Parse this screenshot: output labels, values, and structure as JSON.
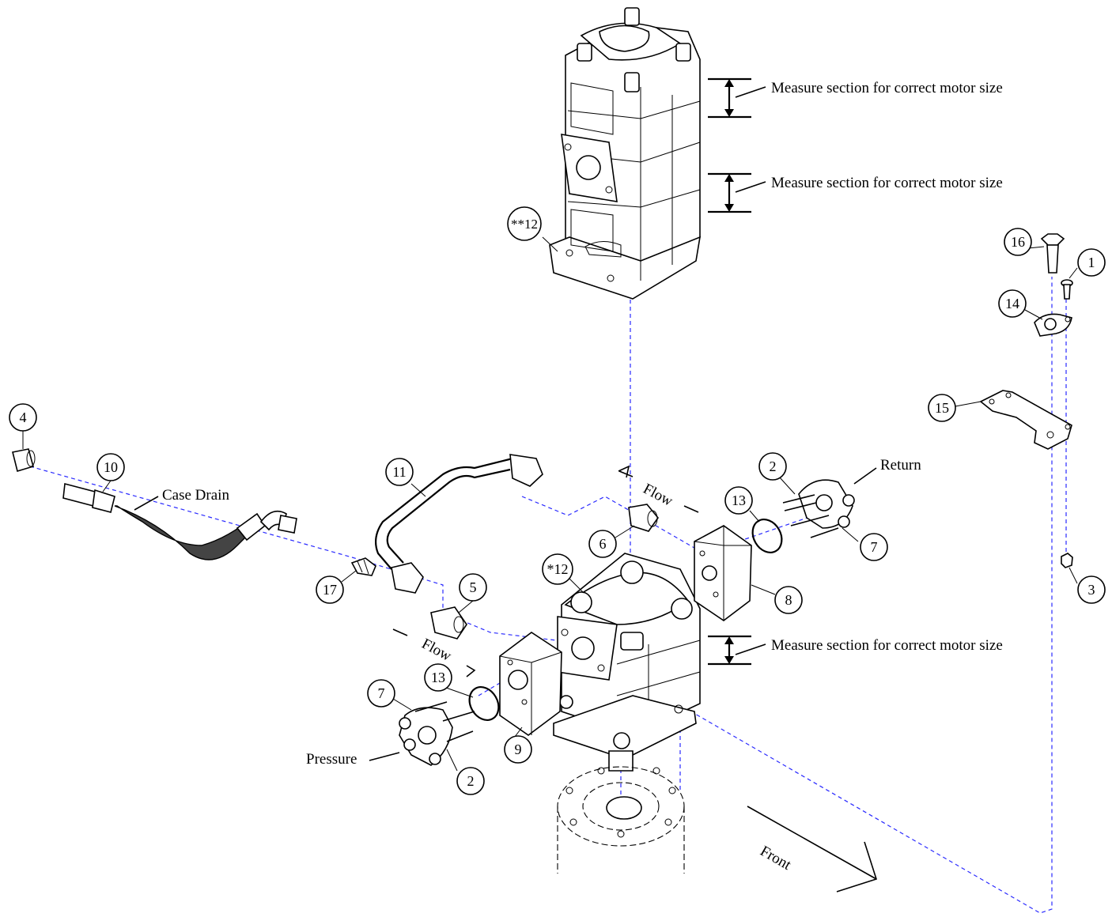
{
  "diagram": {
    "callouts": [
      {
        "id": "c1",
        "text": "1"
      },
      {
        "id": "c2a",
        "text": "2"
      },
      {
        "id": "c2b",
        "text": "2"
      },
      {
        "id": "c3",
        "text": "3"
      },
      {
        "id": "c4",
        "text": "4"
      },
      {
        "id": "c5",
        "text": "5"
      },
      {
        "id": "c6",
        "text": "6"
      },
      {
        "id": "c7a",
        "text": "7"
      },
      {
        "id": "c7b",
        "text": "7"
      },
      {
        "id": "c8",
        "text": "8"
      },
      {
        "id": "c9",
        "text": "9"
      },
      {
        "id": "c10",
        "text": "10"
      },
      {
        "id": "c11",
        "text": "11"
      },
      {
        "id": "c12a",
        "text": "**12"
      },
      {
        "id": "c12b",
        "text": "*12"
      },
      {
        "id": "c13a",
        "text": "13"
      },
      {
        "id": "c13b",
        "text": "13"
      },
      {
        "id": "c14",
        "text": "14"
      },
      {
        "id": "c15",
        "text": "15"
      },
      {
        "id": "c16",
        "text": "16"
      },
      {
        "id": "c17",
        "text": "17"
      }
    ],
    "labels": {
      "measure_1": "Measure section for correct motor size",
      "measure_2": "Measure section for correct motor size",
      "measure_3": "Measure section for correct motor size",
      "case_drain": "Case Drain",
      "return": "Return",
      "pressure": "Pressure",
      "flow_1": "Flow",
      "flow_2": "Flow",
      "front": "Front"
    },
    "colors": {
      "leader_dash": "#2a2aff",
      "linework": "#000000"
    }
  }
}
